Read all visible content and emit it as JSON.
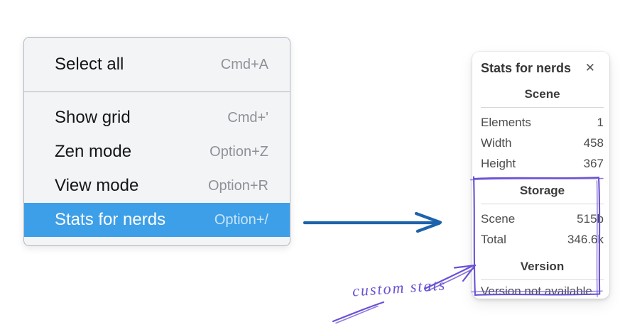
{
  "menu": {
    "sections": [
      {
        "items": [
          {
            "label": "Select all",
            "shortcut": "Cmd+A",
            "highlighted": false
          }
        ]
      },
      {
        "items": [
          {
            "label": "Show grid",
            "shortcut": "Cmd+'",
            "highlighted": false
          },
          {
            "label": "Zen mode",
            "shortcut": "Option+Z",
            "highlighted": false
          },
          {
            "label": "View mode",
            "shortcut": "Option+R",
            "highlighted": false
          },
          {
            "label": "Stats for nerds",
            "shortcut": "Option+/",
            "highlighted": true
          }
        ]
      }
    ]
  },
  "stats_panel": {
    "title": "Stats for nerds",
    "close_icon": "✕",
    "sections": [
      {
        "heading": "Scene",
        "rows": [
          [
            "Elements",
            "1"
          ],
          [
            "Width",
            "458"
          ],
          [
            "Height",
            "367"
          ]
        ]
      },
      {
        "heading": "Storage",
        "rows": [
          [
            "Scene",
            "515b"
          ],
          [
            "Total",
            "346.6k"
          ]
        ]
      },
      {
        "heading": "Version",
        "rows": [],
        "note": "Version not available"
      }
    ]
  },
  "annotation": {
    "text": "custom stats"
  },
  "colors": {
    "menu_highlight": "#3d9fe8",
    "arrow_blue": "#1d63ab",
    "annotation_purple": "#6a50d4"
  }
}
